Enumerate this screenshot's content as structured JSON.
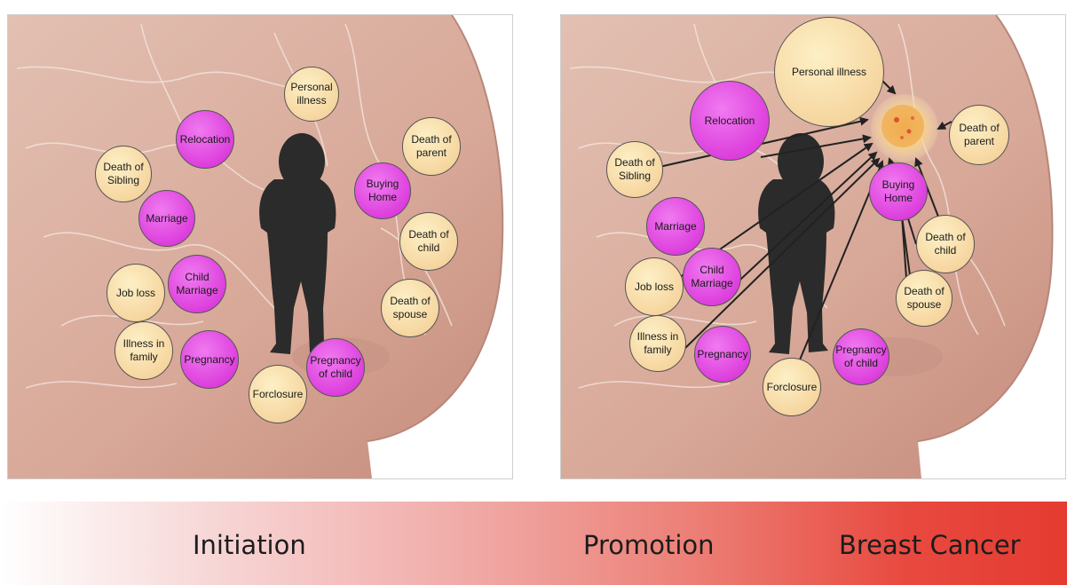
{
  "left_panel": {
    "events": [
      {
        "label": "Personal illness",
        "kind": "tan"
      },
      {
        "label": "Relocation",
        "kind": "mag"
      },
      {
        "label": "Death of Sibling",
        "kind": "tan"
      },
      {
        "label": "Marriage",
        "kind": "mag"
      },
      {
        "label": "Buying Home",
        "kind": "mag"
      },
      {
        "label": "Death of parent",
        "kind": "tan"
      },
      {
        "label": "Death of child",
        "kind": "tan"
      },
      {
        "label": "Job loss",
        "kind": "tan"
      },
      {
        "label": "Child Marriage",
        "kind": "mag"
      },
      {
        "label": "Death of spouse",
        "kind": "tan"
      },
      {
        "label": "Illness in family",
        "kind": "tan"
      },
      {
        "label": "Pregnancy",
        "kind": "mag"
      },
      {
        "label": "Pregnancy of child",
        "kind": "mag"
      },
      {
        "label": "Forclosure",
        "kind": "tan"
      }
    ]
  },
  "right_panel": {
    "events": [
      {
        "label": "Personal illness",
        "kind": "tan"
      },
      {
        "label": "Relocation",
        "kind": "mag"
      },
      {
        "label": "Death of Sibling",
        "kind": "tan"
      },
      {
        "label": "Death of parent",
        "kind": "tan"
      },
      {
        "label": "Buying Home",
        "kind": "mag"
      },
      {
        "label": "Marriage",
        "kind": "mag"
      },
      {
        "label": "Death of child",
        "kind": "tan"
      },
      {
        "label": "Job loss",
        "kind": "tan"
      },
      {
        "label": "Child Marriage",
        "kind": "mag"
      },
      {
        "label": "Death of spouse",
        "kind": "tan"
      },
      {
        "label": "Illness in family",
        "kind": "tan"
      },
      {
        "label": "Pregnancy",
        "kind": "mag"
      },
      {
        "label": "Pregnancy of child",
        "kind": "mag"
      },
      {
        "label": "Forclosure",
        "kind": "tan"
      }
    ]
  },
  "stages": [
    "Initiation",
    "Promotion",
    "Breast Cancer"
  ],
  "colors": {
    "skin": "#dcb1a3",
    "positive_event": "#f6d6a0",
    "negative_event": "#dd3fdd",
    "silhouette": "#2b2b2b",
    "bar_end": "#e53b31"
  }
}
